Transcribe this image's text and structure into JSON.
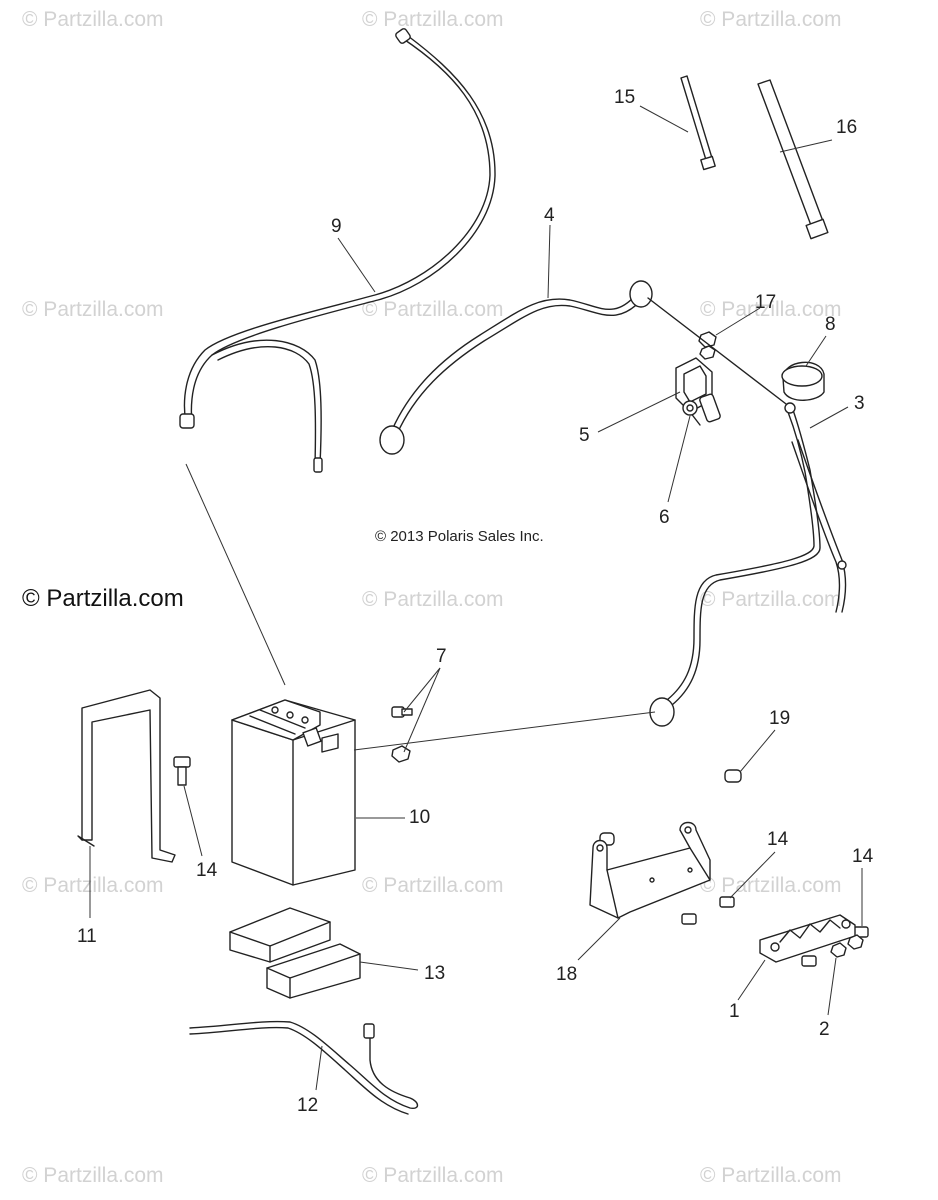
{
  "watermark_text": "© Partzilla.com",
  "brand_label": "© Partzilla.com",
  "copyright": "© 2013 Polaris Sales Inc.",
  "callouts": [
    "1",
    "2",
    "3",
    "4",
    "5",
    "6",
    "7",
    "8",
    "9",
    "10",
    "11",
    "12",
    "13",
    "14",
    "15",
    "16",
    "17",
    "18",
    "19"
  ]
}
